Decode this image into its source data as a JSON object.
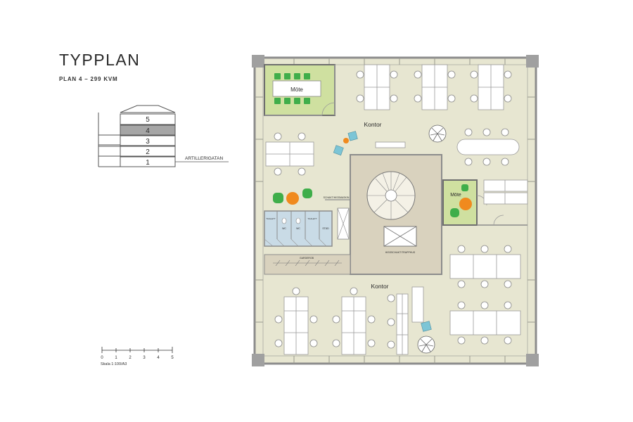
{
  "header": {
    "title": "TYPPLAN",
    "subtitle": "PLAN 4 – 299 KVM"
  },
  "section": {
    "floors": [
      "5",
      "4",
      "3",
      "2",
      "1"
    ],
    "highlighted_floor": "4",
    "street": "ARTILLERIGATAN"
  },
  "scale": {
    "ticks": [
      "0",
      "1",
      "2",
      "3",
      "4",
      "5"
    ],
    "caption": "Skala 1:100/A3"
  },
  "plan": {
    "rooms": {
      "meeting_top": "Möte",
      "office_top": "Kontor",
      "meeting_right": "Möte",
      "office_bottom": "Kontor"
    },
    "small_labels": {
      "toalett_left": "TOALETT",
      "wc_1": "WC",
      "wc_2": "WC",
      "toalett_right": "TOALETT",
      "stad": "STÄD",
      "schakt": "SCHAKT/HISSMASKIN",
      "elevator": "HISSSCHAKT/TRAPPHUS",
      "garderob": "GARDEROB"
    },
    "colors": {
      "floor": "#e7e6d1",
      "core": "#d9d2be",
      "meeting": "#cfe0a0",
      "wet": "#c9dbe6",
      "wall": "#8c8c8c",
      "chair_green": "#3fae4a",
      "accent_orange": "#f08a1e",
      "accent_teal": "#7cc5d6"
    }
  }
}
